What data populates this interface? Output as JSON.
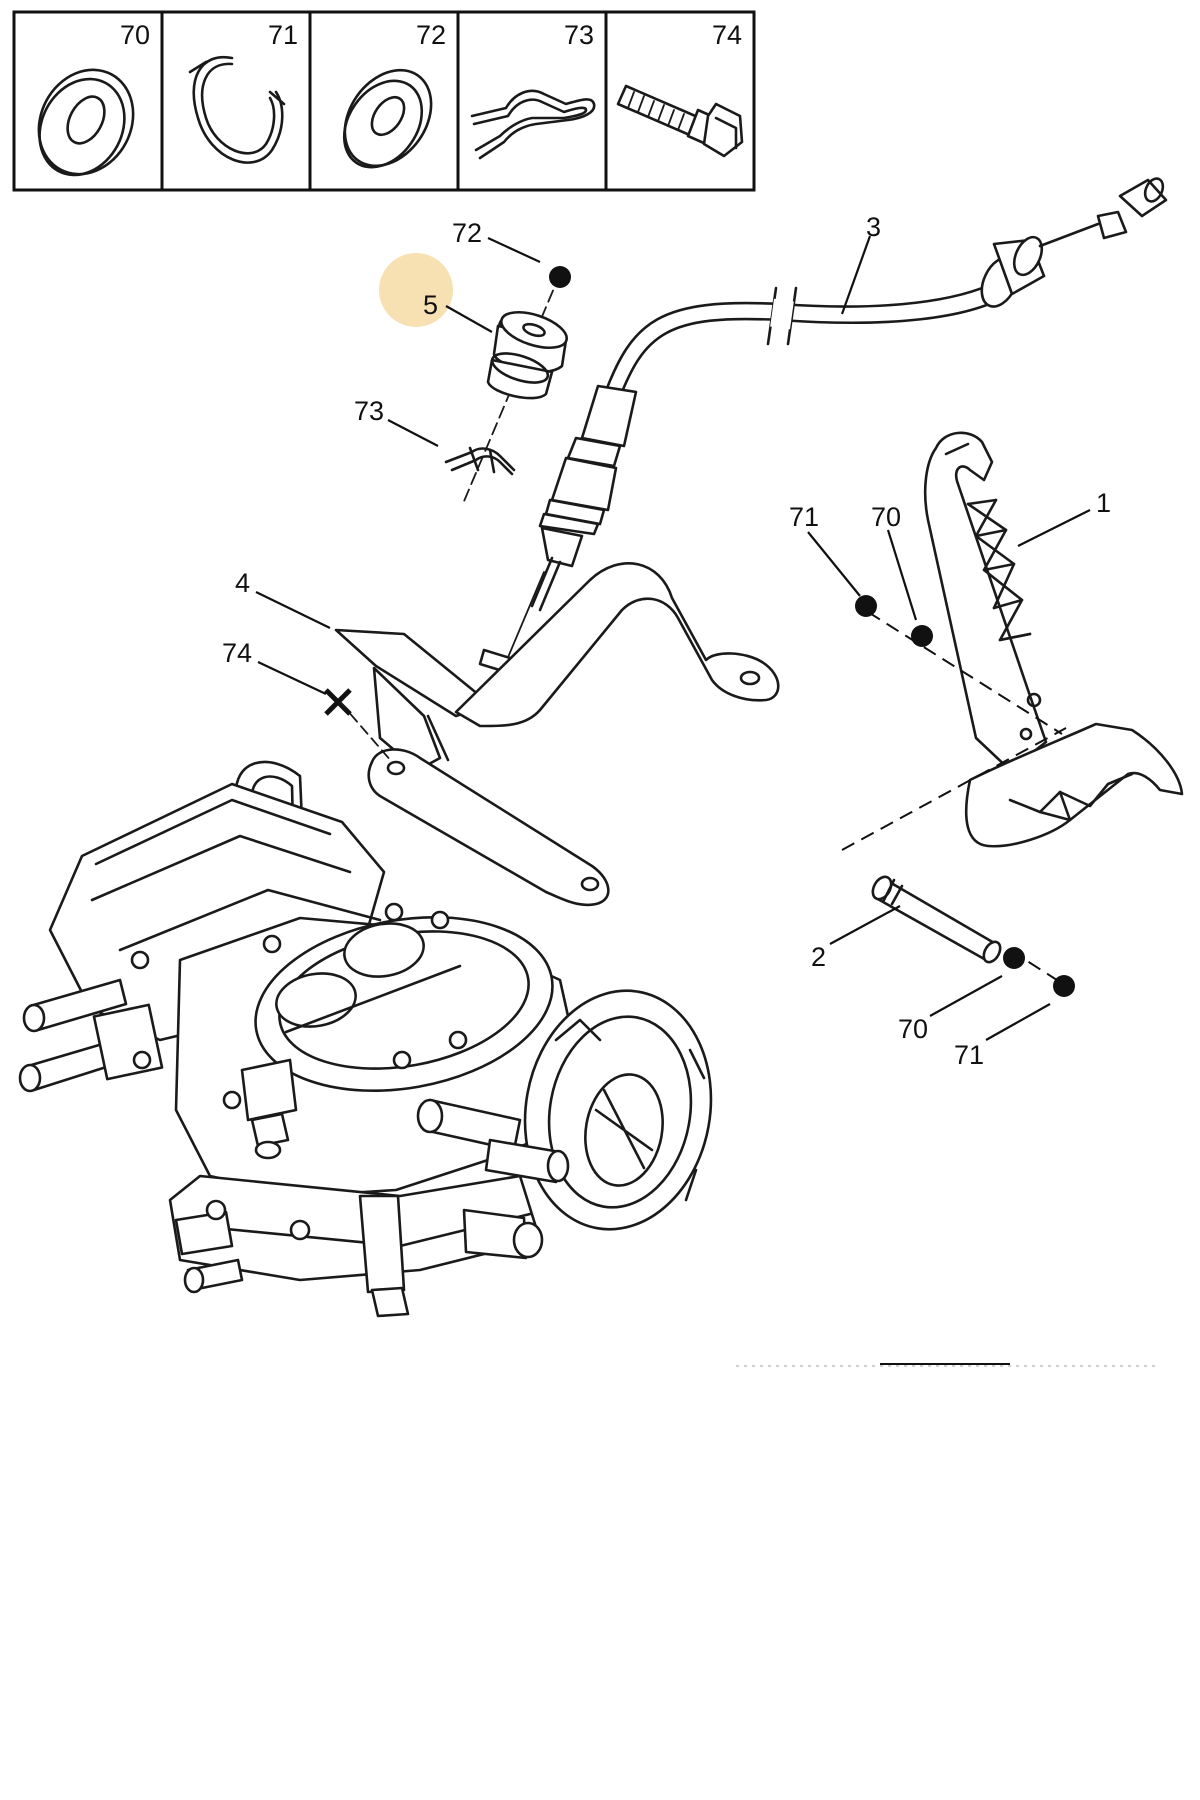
{
  "colors": {
    "line": "#1a1a1a",
    "highlight": "#f6dba4",
    "background": "#ffffff"
  },
  "legend": [
    {
      "number": "70",
      "icon": "flat-washer-icon"
    },
    {
      "number": "71",
      "icon": "circlip-icon"
    },
    {
      "number": "72",
      "icon": "washer-icon"
    },
    {
      "number": "73",
      "icon": "hairpin-clip-icon"
    },
    {
      "number": "74",
      "icon": "hex-bolt-icon"
    }
  ],
  "callouts": [
    {
      "id": "c72-top",
      "number": "72"
    },
    {
      "id": "c5",
      "number": "5",
      "highlighted": true
    },
    {
      "id": "c73",
      "number": "73"
    },
    {
      "id": "c3",
      "number": "3"
    },
    {
      "id": "c4",
      "number": "4"
    },
    {
      "id": "c74",
      "number": "74"
    },
    {
      "id": "c71-upper",
      "number": "71"
    },
    {
      "id": "c70-upper",
      "number": "70"
    },
    {
      "id": "c1",
      "number": "1"
    },
    {
      "id": "c2",
      "number": "2"
    },
    {
      "id": "c70-lower",
      "number": "70"
    },
    {
      "id": "c71-lower",
      "number": "71"
    }
  ]
}
